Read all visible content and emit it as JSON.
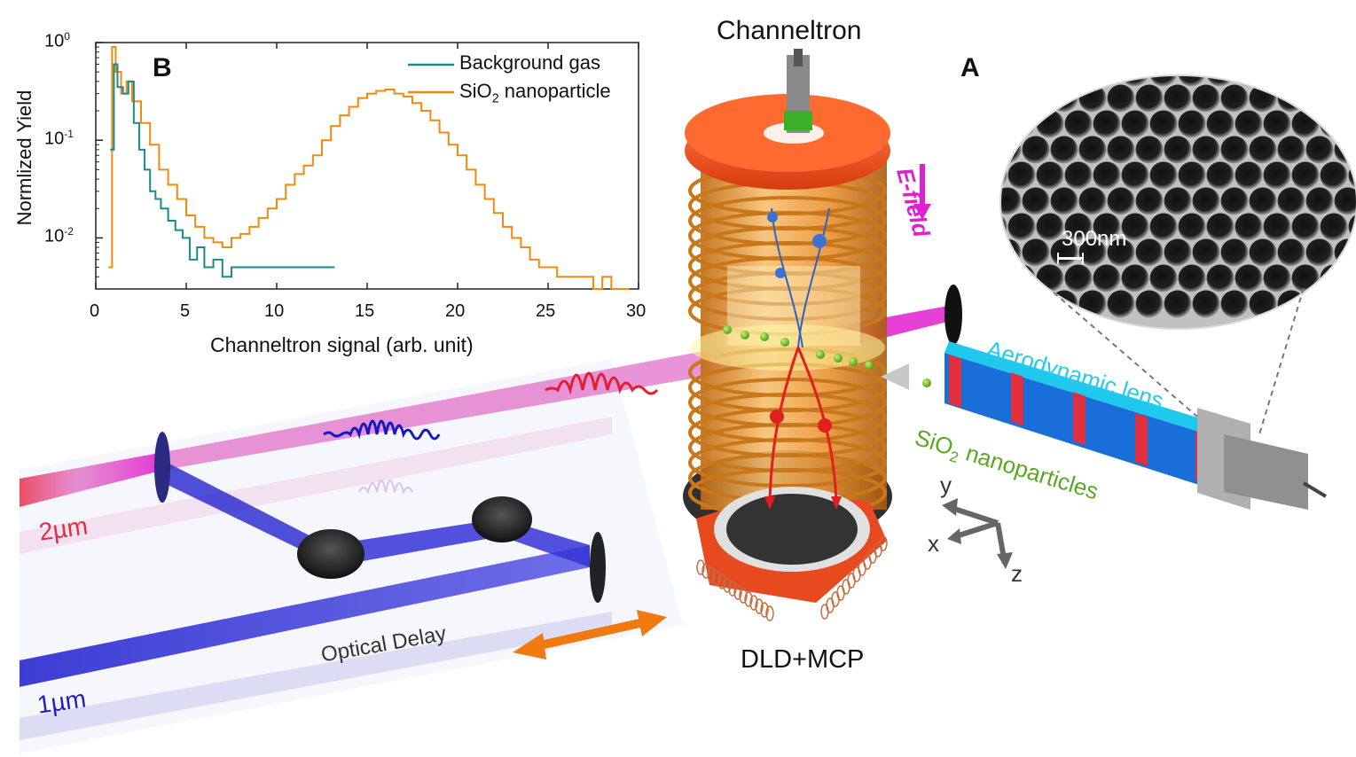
{
  "labels": {
    "channeltron_title": "Channeltron",
    "panel_a": "A",
    "panel_b": "B",
    "detector": "DLD+MCP",
    "efield": "E-field",
    "scale_bar": "300nm",
    "aerodynamic_lens": "Aerodynamic lens",
    "nanoparticles_prefix": "SiO",
    "nanoparticles_sub": "2",
    "nanoparticles_suffix": " nanoparticles",
    "axis_y": "y",
    "axis_x": "x",
    "axis_z": "z",
    "optical_delay": "Optical Delay",
    "beam_2um": "2µm",
    "beam_1um": "1µm"
  },
  "colors": {
    "background_gas": "#1a8a8a",
    "sio2": "#f08a10",
    "beam_red": "#e8304a",
    "beam_blue": "#2828d0",
    "beam_magenta": "#e020d0",
    "spectrometer_orange": "#f0a030",
    "flange_red": "#f04a20",
    "lens_cyan": "#20c8ee",
    "particle_green": "#7acc22"
  },
  "chart_data": {
    "type": "line",
    "title": "",
    "xlabel": "Channeltron signal (arb. unit)",
    "ylabel": "Normlized Yield",
    "xlim": [
      0,
      30
    ],
    "ylim": [
      0.003,
      1.0
    ],
    "yscale": "log",
    "x_ticks": [
      "0",
      "5",
      "10",
      "15",
      "20",
      "25",
      "30"
    ],
    "y_ticks": [
      {
        "base": "10",
        "exp": "0"
      },
      {
        "base": "10",
        "exp": "-1"
      },
      {
        "base": "10",
        "exp": "-2"
      }
    ],
    "legend_position": "top-right",
    "series": [
      {
        "name": "Background gas",
        "x": [
          0.8,
          1.0,
          1.2,
          1.5,
          1.8,
          2.1,
          2.4,
          2.7,
          3.0,
          3.3,
          3.6,
          4.0,
          4.4,
          4.8,
          5.2,
          5.6,
          6.0,
          6.5,
          7.0,
          7.5,
          12.3,
          12.6,
          12.9,
          13.2
        ],
        "y": [
          0.08,
          0.6,
          0.35,
          0.3,
          0.4,
          0.15,
          0.08,
          0.05,
          0.03,
          0.025,
          0.02,
          0.015,
          0.012,
          0.01,
          0.006,
          0.008,
          0.005,
          0.006,
          0.004,
          0.005,
          0.005,
          0.005,
          0.005,
          0.005
        ]
      },
      {
        "name": "SiO2 nanoparticle",
        "x": [
          0.7,
          0.9,
          1.1,
          1.4,
          1.7,
          2.0,
          2.5,
          3.0,
          3.5,
          4.0,
          4.5,
          5.0,
          5.5,
          6.0,
          6.5,
          7.0,
          7.5,
          8.0,
          8.5,
          9.0,
          9.5,
          10.0,
          10.5,
          11.0,
          11.5,
          12.0,
          12.5,
          13.0,
          13.5,
          14.0,
          14.5,
          15.0,
          15.5,
          16.0,
          16.5,
          17.0,
          17.5,
          18.0,
          18.5,
          19.0,
          19.5,
          20.0,
          20.5,
          21.0,
          21.5,
          22.0,
          22.5,
          23.0,
          23.5,
          24.0,
          24.5,
          25.0,
          25.5,
          26.0,
          26.5,
          27.0,
          27.5,
          28.0,
          28.5,
          29.0,
          29.5
        ],
        "y": [
          0.005,
          0.9,
          0.5,
          0.3,
          0.4,
          0.25,
          0.15,
          0.09,
          0.05,
          0.035,
          0.025,
          0.017,
          0.013,
          0.01,
          0.009,
          0.008,
          0.01,
          0.011,
          0.013,
          0.016,
          0.02,
          0.025,
          0.035,
          0.045,
          0.055,
          0.07,
          0.1,
          0.14,
          0.18,
          0.22,
          0.27,
          0.3,
          0.32,
          0.33,
          0.3,
          0.28,
          0.24,
          0.2,
          0.16,
          0.12,
          0.09,
          0.07,
          0.05,
          0.035,
          0.025,
          0.018,
          0.013,
          0.01,
          0.008,
          0.006,
          0.005,
          0.005,
          0.004,
          0.004,
          0.004,
          0.004,
          0.003,
          0.004,
          0.003,
          0.003,
          0.003
        ]
      }
    ]
  }
}
